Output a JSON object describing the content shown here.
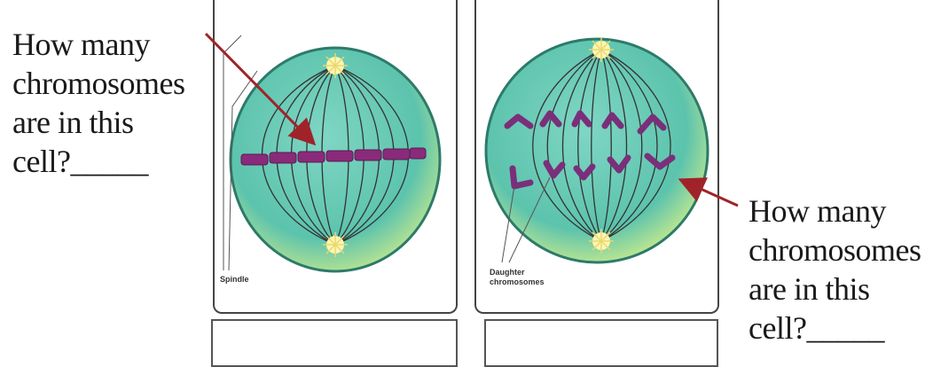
{
  "question_left": {
    "lines": [
      "How many",
      "chromosomes",
      "are in this",
      "cell?_____"
    ]
  },
  "question_right": {
    "lines": [
      "How many",
      "chromosomes",
      "are in this",
      "cell?_____"
    ]
  },
  "cell_left": {
    "label": "Spindle",
    "phase_colors": {
      "cytoplasm": "#6fd0b8",
      "chromosome": "#8a2a7a",
      "spindle": "#333333"
    }
  },
  "cell_right": {
    "label_line1": "Daughter",
    "label_line2": "chromosomes",
    "phase_colors": {
      "cytoplasm": "#6fd0b8",
      "chromosome": "#7a2f7a",
      "spindle": "#333333"
    }
  },
  "arrow_color": "#a0232a",
  "answer_boxes": [
    "",
    ""
  ]
}
